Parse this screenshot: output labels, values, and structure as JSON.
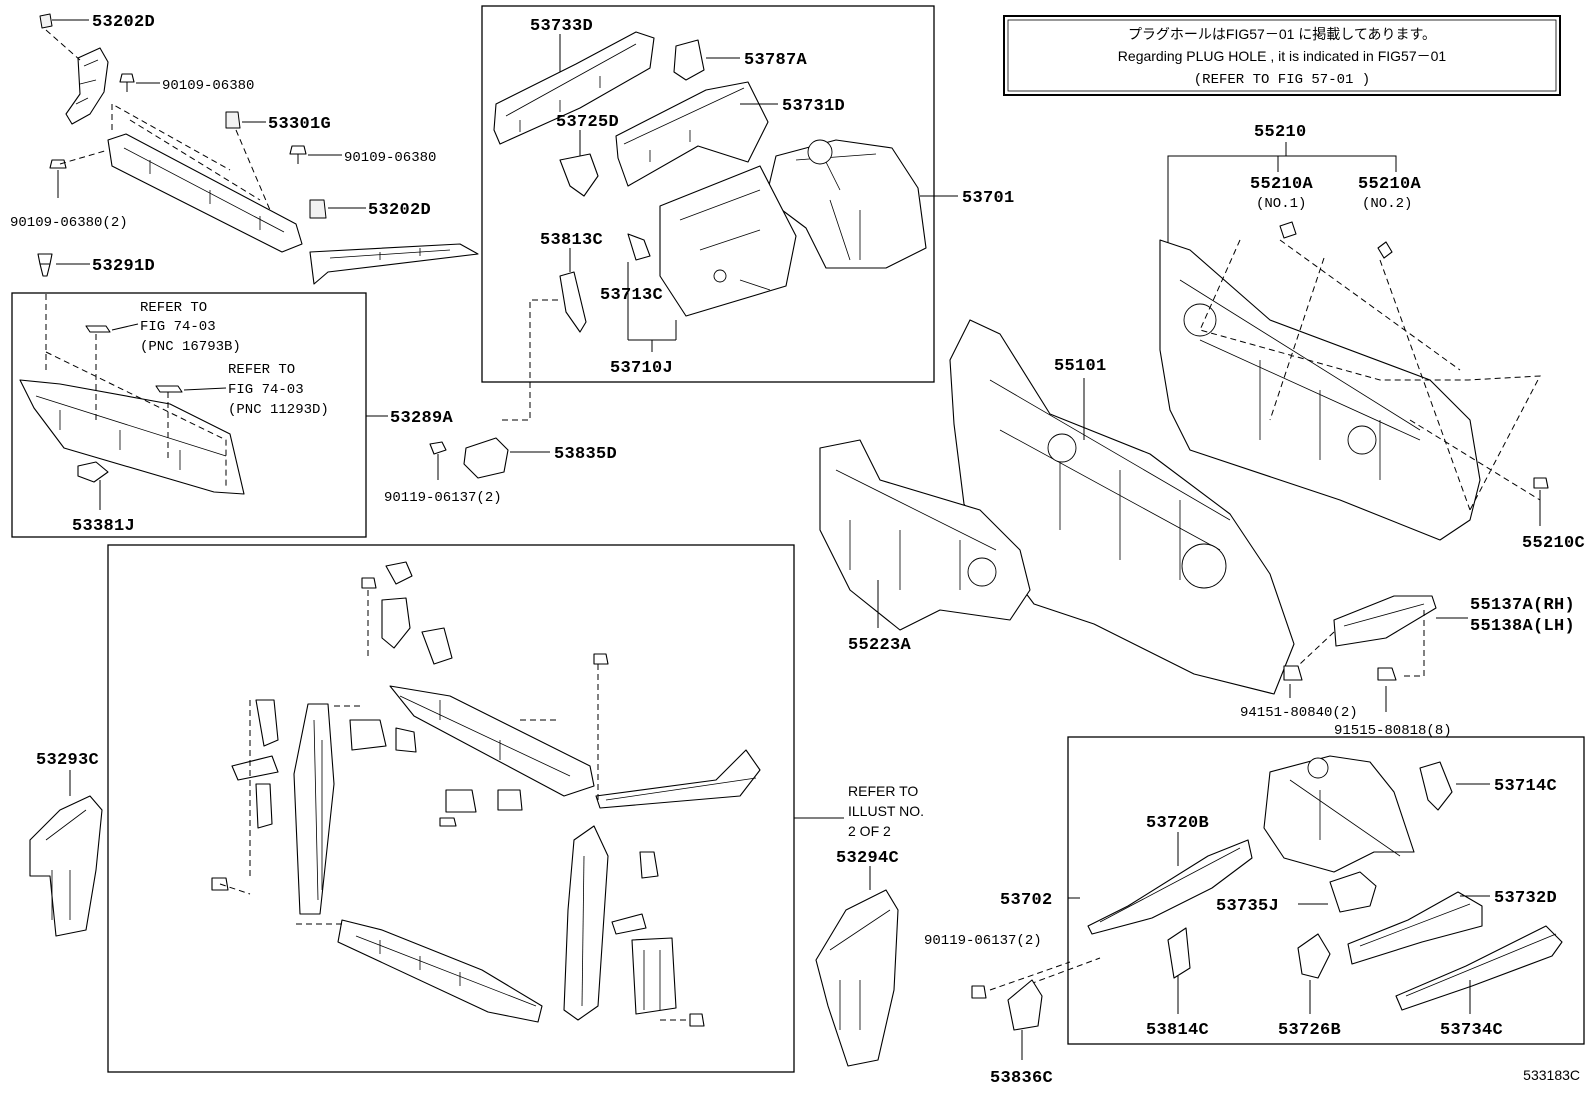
{
  "diagram_id": "533183C",
  "note": {
    "line1": "プラグホールはFIG57－01 に掲載してあります。",
    "line2": "Regarding  PLUG HOLE , it is indicated in  FIG57－01",
    "line3": "(REFER TO FIG 57-01 )"
  },
  "labels": {
    "p53202D_a": "53202D",
    "p90109_a": "90109-06380",
    "p53301G": "53301G",
    "p90109_b": "90109-06380",
    "p90109_c": "90109-06380(2)",
    "p53202D_b": "53202D",
    "p53291D": "53291D",
    "refer1_l1": "REFER TO",
    "refer1_l2": "FIG 74-03",
    "refer1_l3": "(PNC 16793B)",
    "refer2_l1": "REFER TO",
    "refer2_l2": "FIG 74-03",
    "refer2_l3": "(PNC 11293D)",
    "p53289A": "53289A",
    "p53381J": "53381J",
    "p53733D": "53733D",
    "p53787A": "53787A",
    "p53731D": "53731D",
    "p53725D": "53725D",
    "p53701": "53701",
    "p53813C": "53813C",
    "p53713C": "53713C",
    "p53710J": "53710J",
    "p90119_a": "90119-06137(2)",
    "p53835D": "53835D",
    "p55210": "55210",
    "p55210A_1": "55210A",
    "p55210A_1n": "(NO.1)",
    "p55210A_2": "55210A",
    "p55210A_2n": "(NO.2)",
    "p55101": "55101",
    "p55223A": "55223A",
    "p55210C": "55210C",
    "p55137A": "55137A(RH)",
    "p55138A": "55138A(LH)",
    "p94151": "94151-80840(2)",
    "p91515": "91515-80818(8)",
    "p53293C": "53293C",
    "refer3_l1": "REFER TO",
    "refer3_l2": "ILLUST NO.",
    "refer3_l3": "2 OF 2",
    "p53294C": "53294C",
    "p53714C": "53714C",
    "p53720B": "53720B",
    "p53702": "53702",
    "p53735J": "53735J",
    "p53732D": "53732D",
    "p90119_b": "90119-06137(2)",
    "p53814C": "53814C",
    "p53726B": "53726B",
    "p53734C": "53734C",
    "p53836C": "53836C"
  }
}
